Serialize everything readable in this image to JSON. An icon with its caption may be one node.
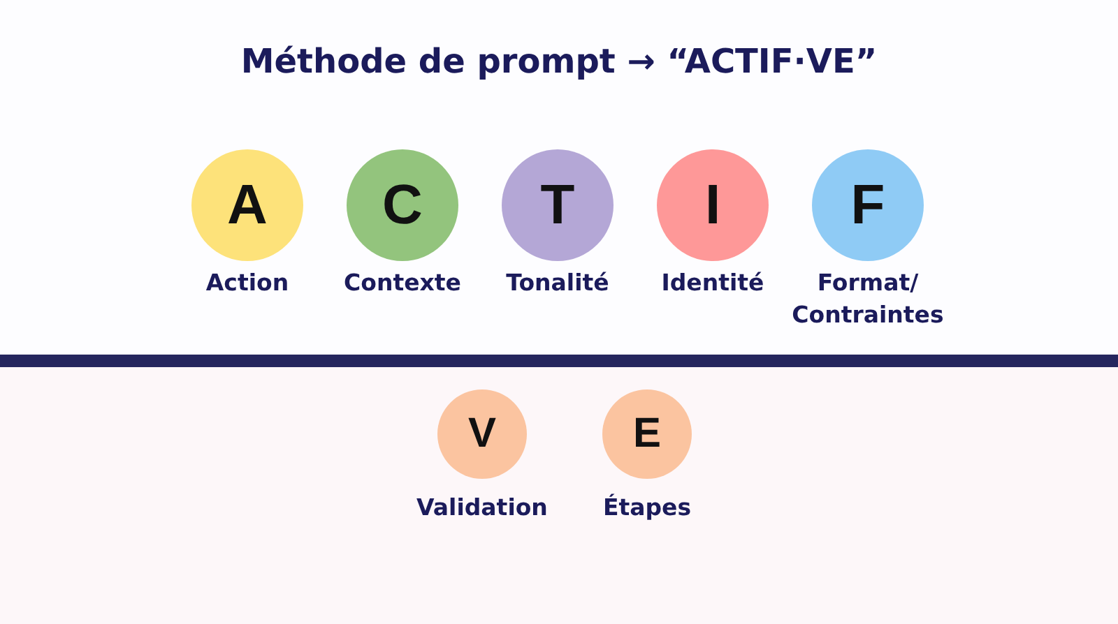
{
  "diagram": {
    "title": "Méthode de prompt → “ACTIF·VE”",
    "nodes": [
      {
        "text": [
          "A"
        ],
        "beside": [
          "Action"
        ]
      },
      {
        "text": [
          "C"
        ],
        "beside": [
          "Contexte"
        ]
      },
      {
        "text": [
          "T"
        ],
        "beside": [
          "Tonalité"
        ]
      },
      {
        "text": [
          "I"
        ],
        "beside": [
          "Identité"
        ]
      },
      {
        "text": [
          "F"
        ],
        "beside": [
          "Format/ Contraintes"
        ]
      },
      {
        "text": [
          "V"
        ],
        "beside": [
          "Validation"
        ]
      },
      {
        "text": [
          "E"
        ],
        "beside": [
          "Étapes"
        ]
      }
    ]
  }
}
